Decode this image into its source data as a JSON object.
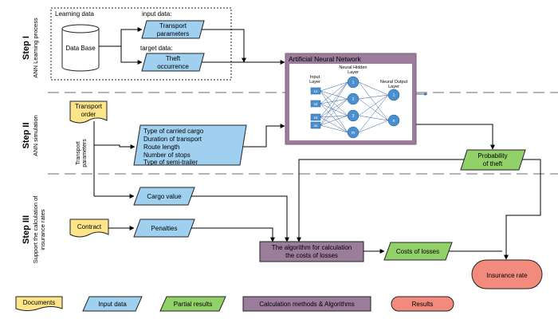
{
  "steps": {
    "step1": {
      "title": "Step I",
      "subtitle": "ANN Learning process"
    },
    "step2": {
      "title": "Step II",
      "subtitle": "ANN simulation"
    },
    "step3": {
      "title": "Step III",
      "subtitle_line1": "Support the calculation of",
      "subtitle_line2": "insurance rates"
    }
  },
  "learning": {
    "title": "Learning data",
    "input_label": "input data:",
    "target_label": "target data:",
    "database": "Data Base",
    "transport_params_line1": "Transport",
    "transport_params_line2": "parameters",
    "theft_line1": "Theft",
    "theft_line2": "occurrence"
  },
  "ann": {
    "title": "Artificial Neural Network",
    "input_layer_line1": "Input",
    "input_layer_line2": "Layer",
    "hidden_layer_line1": "Neural Hidden",
    "hidden_layer_line2": "Layer",
    "output_layer_line1": "Neural Output",
    "output_layer_line2": "Layer",
    "inputs": [
      "x1",
      "x2",
      "x3",
      "xn"
    ],
    "hidden": [
      "1",
      "2",
      "3",
      "m"
    ],
    "outputs": [
      "1",
      "n"
    ]
  },
  "simulation": {
    "transport_order_line1": "Transport",
    "transport_order_line2": "order",
    "vertical_label_line1": "Transport",
    "vertical_label_line2": "parameters",
    "params": [
      "Type of carried cargo",
      "Duration of transport",
      "Route length",
      "Number of stops",
      "Type of semi-trailer"
    ],
    "probability_line1": "Probability",
    "probability_line2": "of theft"
  },
  "calculation": {
    "cargo_value": "Cargo value",
    "contract": "Contract",
    "penalties": "Penalties",
    "algorithm_line1": "The algorithm for calculation",
    "algorithm_line2": "the costs of losses",
    "costs": "Costs of losses",
    "insurance": "Insurance rate"
  },
  "legend": {
    "documents": "Documents",
    "input": "Input data",
    "partial": "Partial results",
    "methods": "Calculation methods & Algorithms",
    "results": "Results"
  },
  "colors": {
    "document": "#ffe58a",
    "input": "#9fd0f0",
    "partial": "#92d06a",
    "method": "#9b7c9b",
    "result": "#f28b7d",
    "neuron": "#4a90d0"
  }
}
